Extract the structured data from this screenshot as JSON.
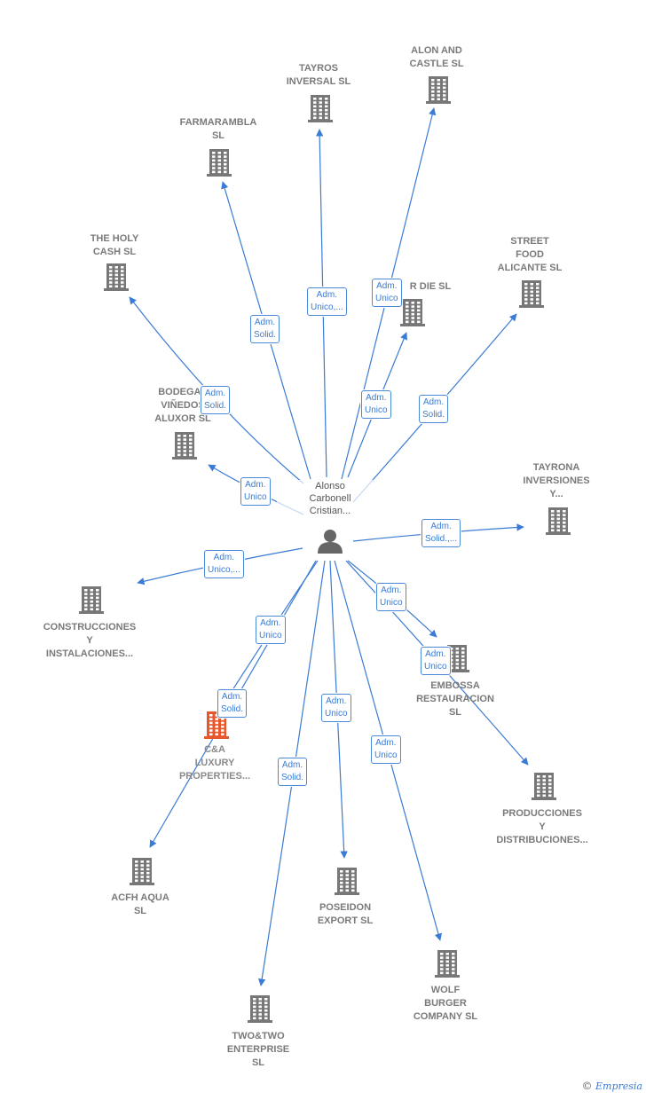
{
  "diagram": {
    "center": {
      "label": "Alonso\nCarbonell\nCristian..."
    },
    "companies": [
      {
        "id": "tayros",
        "label": "TAYROS\nINVERSAL  SL",
        "highlight": false
      },
      {
        "id": "alon",
        "label": "ALON AND\nCASTLE SL",
        "highlight": false
      },
      {
        "id": "farma",
        "label": "FARMARAMBLA\nSL",
        "highlight": false
      },
      {
        "id": "holy",
        "label": "THE HOLY\nCASH  SL",
        "highlight": false
      },
      {
        "id": "street",
        "label": "STREET\nFOOD\nALICANTE  SL",
        "highlight": false
      },
      {
        "id": "diesl",
        "label": "R DIE  SL",
        "highlight": false
      },
      {
        "id": "bodegas",
        "label": "BODEGAS\nVIÑEDOS\nALUXOR  SL",
        "highlight": false
      },
      {
        "id": "tayrona",
        "label": "TAYRONA\nINVERSIONES\nY...",
        "highlight": false
      },
      {
        "id": "construcciones",
        "label": "CONSTRUCCIONES\nY\nINSTALACIONES...",
        "highlight": false
      },
      {
        "id": "embossa",
        "label": "EMBOSSA\nRESTAURACION\nSL",
        "highlight": false
      },
      {
        "id": "ca",
        "label": "C&A\nLUXURY\nPROPERTIES...",
        "highlight": true
      },
      {
        "id": "producciones",
        "label": "PRODUCCIONES\nY\nDISTRIBUCIONES...",
        "highlight": false
      },
      {
        "id": "acfh",
        "label": "ACFH AQUA\nSL",
        "highlight": false
      },
      {
        "id": "poseidon",
        "label": "POSEIDON\nEXPORT  SL",
        "highlight": false
      },
      {
        "id": "wolf",
        "label": "WOLF\nBURGER\nCOMPANY  SL",
        "highlight": false
      },
      {
        "id": "twotwo",
        "label": "TWO&TWO\nENTERPRISE\nSL",
        "highlight": false
      }
    ],
    "edges": [
      {
        "to": "tayros",
        "label": "Adm.\nUnico,..."
      },
      {
        "to": "alon",
        "label": "Adm.\nUnico"
      },
      {
        "to": "farma",
        "label": "Adm.\nSolid."
      },
      {
        "to": "holy",
        "label": "Adm.\nSolid."
      },
      {
        "to": "street",
        "label": "Adm.\nSolid."
      },
      {
        "to": "diesl",
        "label": "Adm.\nUnico"
      },
      {
        "to": "bodegas",
        "label": "Adm.\nUnico"
      },
      {
        "to": "tayrona",
        "label": "Adm.\nSolid.,..."
      },
      {
        "to": "construcciones",
        "label": "Adm.\nUnico,..."
      },
      {
        "to": "embossa",
        "label": "Adm.\nUnico"
      },
      {
        "to": "ca",
        "label": "Adm.\nUnico"
      },
      {
        "to": "producciones",
        "label": "Adm.\nUnico"
      },
      {
        "to": "acfh",
        "label": "Adm.\nSolid."
      },
      {
        "to": "poseidon",
        "label": "Adm.\nUnico"
      },
      {
        "to": "wolf",
        "label": "Adm.\nUnico"
      },
      {
        "to": "twotwo",
        "label": "Adm.\nSolid."
      }
    ],
    "colors": {
      "edge": "#3a7bd5",
      "building": "#777777",
      "highlight": "#e8572b",
      "person": "#666666"
    }
  },
  "footer": {
    "copyright": "©",
    "brand": "Empresia"
  }
}
